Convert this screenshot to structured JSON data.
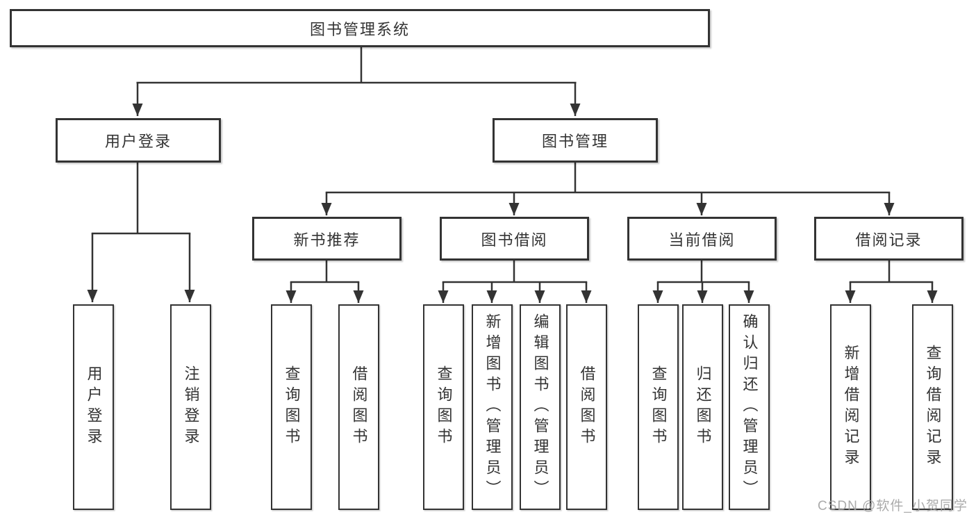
{
  "title": "图书管理系统",
  "tree": {
    "root": {
      "label": "图书管理系统"
    },
    "branches": [
      {
        "label": "用户登录",
        "children": [
          {
            "label": "用户登录"
          },
          {
            "label": "注销登录"
          }
        ]
      },
      {
        "label": "图书管理",
        "children": [
          {
            "label": "新书推荐",
            "children": [
              {
                "label": "查询图书"
              },
              {
                "label": "借阅图书"
              }
            ]
          },
          {
            "label": "图书借阅",
            "children": [
              {
                "label": "查询图书"
              },
              {
                "label": "新增图书（管理员）"
              },
              {
                "label": "编辑图书（管理员）"
              },
              {
                "label": "借阅图书"
              }
            ]
          },
          {
            "label": "当前借阅",
            "children": [
              {
                "label": "查询图书"
              },
              {
                "label": "归还图书"
              },
              {
                "label": "确认归还（管理员）"
              }
            ]
          },
          {
            "label": "借阅记录",
            "children": [
              {
                "label": "新增借阅记录"
              },
              {
                "label": "查询借阅记录"
              }
            ]
          }
        ]
      }
    ]
  },
  "watermark": "CSDN @软件_小贺同学",
  "colors": {
    "line": "#333333",
    "box_border": "#333333",
    "text": "#333333",
    "background": "#ffffff",
    "watermark": "#a0a0a0"
  }
}
